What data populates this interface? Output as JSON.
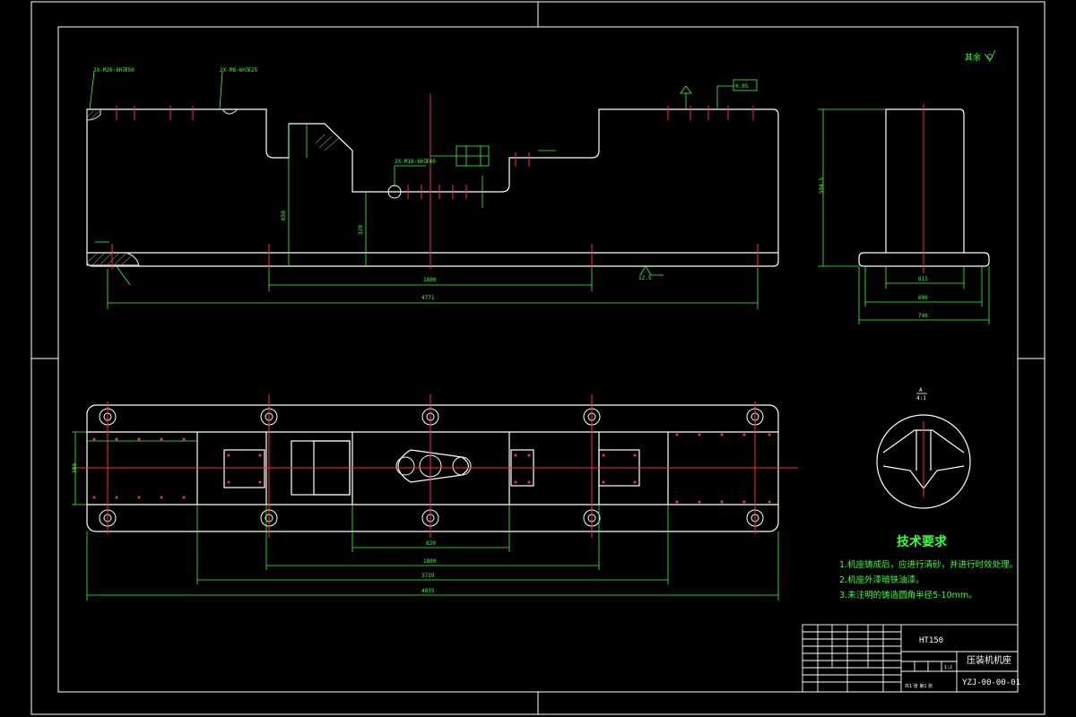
{
  "roughness_note": "其余",
  "technical_requirements": {
    "title": "技术要求",
    "items": [
      "1.机座铸成后，应进行清砂，并进行时效处理。",
      "2.机座外漆暗铁油漆。",
      "3.未注明的铸造圆角半径5-10mm。"
    ]
  },
  "section_label": {
    "letter": "A",
    "scale": "4:1"
  },
  "title_block": {
    "material": "HT150",
    "part_name": "压装机机座",
    "drawing_no": "YZJ-00-00-01",
    "scale": "1:2",
    "sheet_info": "共1 张 第1 张"
  },
  "dimensions": {
    "front_overall": "4771",
    "front_mid": "1800",
    "bottom_overall": "4035",
    "bottom_3719": "3719",
    "bottom_1800": "1800",
    "bottom_820": "820",
    "side_height": "584.5",
    "side_width_615": "615",
    "side_width_696": "696",
    "side_width_746": "746",
    "roughness_ra": "12.5",
    "tolerance_a": "0.05"
  },
  "colors": {
    "background": "#000000",
    "outline": "#ffffff",
    "centerline": "#ff3030",
    "dimension": "#39ff39",
    "annotation": "#39ff39"
  }
}
